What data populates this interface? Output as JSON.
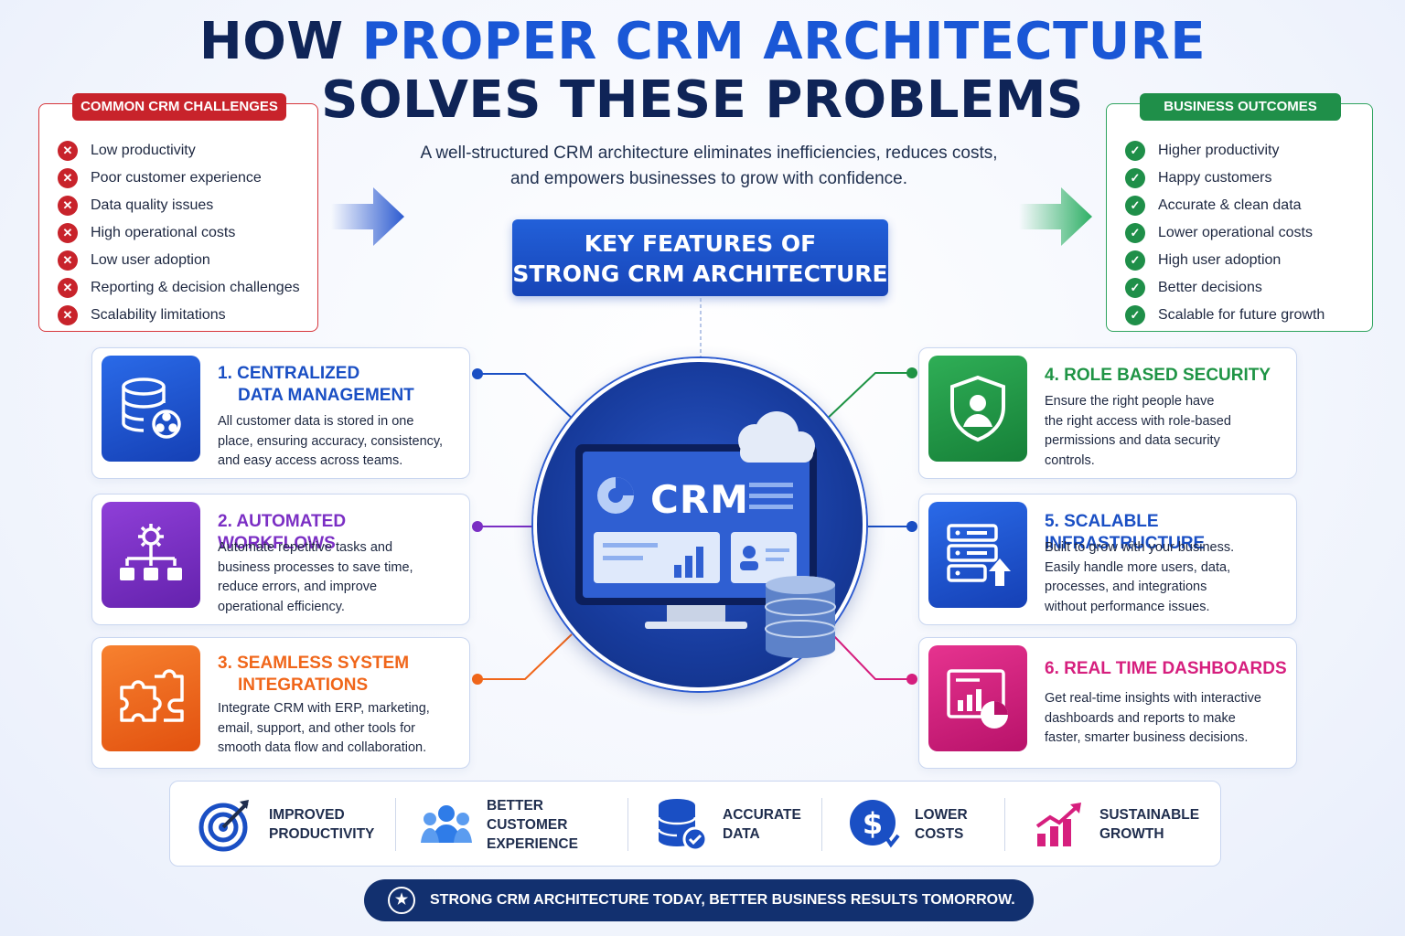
{
  "header": {
    "title_part1": "HOW ",
    "title_highlight": "PROPER CRM ARCHITECTURE",
    "title_line2": "SOLVES THESE PROBLEMS",
    "subtitle_line1": "A well-structured CRM architecture eliminates inefficiencies, reduces costs,",
    "subtitle_line2": "and empowers businesses to grow with confidence."
  },
  "challenges": {
    "label": "COMMON CRM CHALLENGES",
    "items": [
      "Low productivity",
      "Poor customer experience",
      "Data quality issues",
      "High operational costs",
      "Low user adoption",
      "Reporting & decision challenges",
      "Scalability limitations"
    ]
  },
  "outcomes": {
    "label": "BUSINESS OUTCOMES",
    "items": [
      "Higher productivity",
      "Happy customers",
      "Accurate & clean data",
      "Lower operational costs",
      "High user adoption",
      "Better decisions",
      "Scalable for future growth"
    ]
  },
  "key_features": {
    "line1": "KEY FEATURES OF",
    "line2": "STRONG CRM ARCHITECTURE"
  },
  "center": {
    "label": "CRM"
  },
  "features": [
    {
      "title_line1": "1. CENTRALIZED",
      "title_line2": "DATA MANAGEMENT",
      "body": [
        "All customer data is stored in one",
        "place, ensuring accuracy, consistency,",
        "and easy access across teams."
      ],
      "color": "#1a4fc4",
      "icon": "database-network-icon"
    },
    {
      "title_line1": "2. AUTOMATED WORKFLOWS",
      "title_line2": "",
      "body": [
        "Automate repetitive tasks and",
        "business processes to save time,",
        "reduce errors, and improve",
        "operational efficiency."
      ],
      "color": "#7b2fc4",
      "icon": "workflow-gear-icon"
    },
    {
      "title_line1": "3. SEAMLESS SYSTEM",
      "title_line2": "INTEGRATIONS",
      "body": [
        "Integrate CRM with ERP, marketing,",
        "email, support, and other tools for",
        "smooth data flow and collaboration."
      ],
      "color": "#f0661a",
      "icon": "puzzle-icon"
    },
    {
      "title_line1": "4. ROLE BASED SECURITY",
      "title_line2": "",
      "body": [
        "Ensure the right people have",
        "the right access with role-based",
        "permissions and data security",
        "controls."
      ],
      "color": "#1f9445",
      "icon": "shield-user-icon"
    },
    {
      "title_line1": "5. SCALABLE INFRASTRUCTURE",
      "title_line2": "",
      "body": [
        "Built to grow with your business.",
        "Easily handle more users, data,",
        "processes, and integrations",
        "without performance issues."
      ],
      "color": "#1a4fc4",
      "icon": "server-upload-icon"
    },
    {
      "title_line1": "6. REAL TIME DASHBOARDS",
      "title_line2": "",
      "body": [
        "Get real-time insights with interactive",
        "dashboards and reports to make",
        "faster, smarter business decisions."
      ],
      "color": "#d61f7e",
      "icon": "dashboard-chart-icon"
    }
  ],
  "benefits": [
    {
      "line1": "IMPROVED",
      "line2": "PRODUCTIVITY",
      "icon": "target-icon"
    },
    {
      "line1": "BETTER CUSTOMER",
      "line2": "EXPERIENCE",
      "icon": "users-icon"
    },
    {
      "line1": "ACCURATE",
      "line2": "DATA",
      "icon": "database-check-icon"
    },
    {
      "line1": "LOWER",
      "line2": "COSTS",
      "icon": "dollar-icon"
    },
    {
      "line1": "SUSTAINABLE",
      "line2": "GROWTH",
      "icon": "growth-chart-icon"
    }
  ],
  "footer": {
    "text": "STRONG CRM ARCHITECTURE TODAY, BETTER BUSINESS RESULTS TOMORROW.",
    "icon": "star-icon"
  }
}
